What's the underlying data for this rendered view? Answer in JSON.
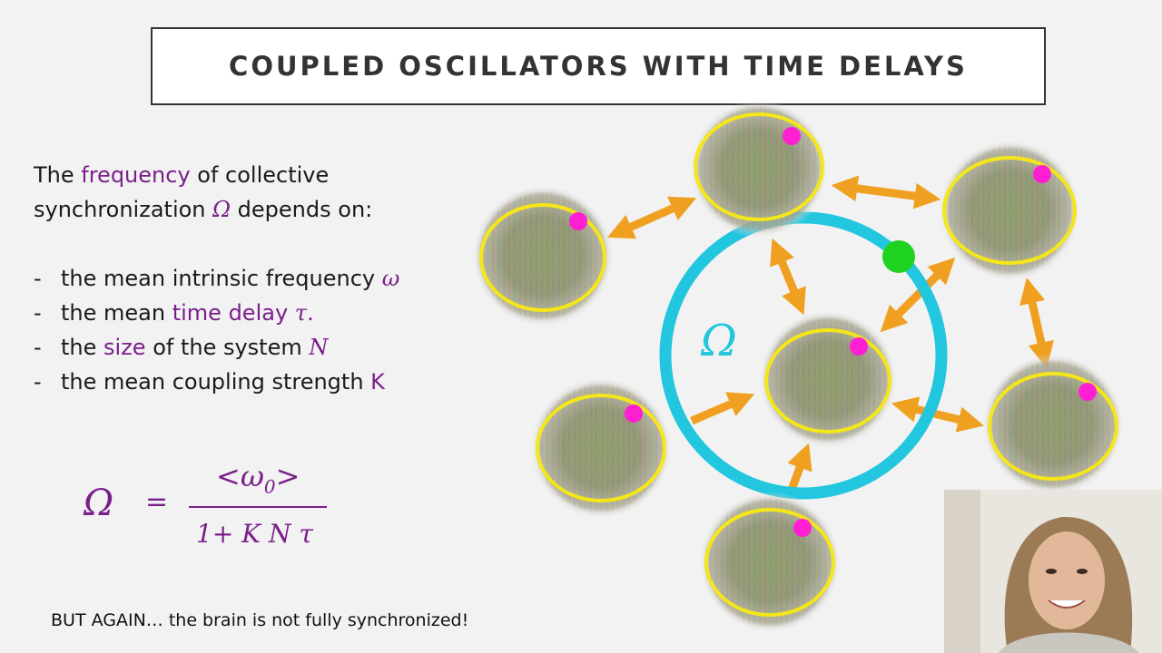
{
  "slide": {
    "title": "COUPLED OSCILLATORS WITH TIME DELAYS",
    "intro": {
      "part1": "The ",
      "frequency": "frequency",
      "part2": " of collective",
      "part3": "synchronization ",
      "omega": "Ω",
      "part4": " depends on:"
    },
    "bullets": [
      {
        "dash": "-",
        "text": "the mean intrinsic frequency ",
        "highlight": "",
        "after": "",
        "symbol": "ω"
      },
      {
        "dash": "-",
        "text": "the mean ",
        "highlight": "time delay",
        "after": " ",
        "symbol": "τ."
      },
      {
        "dash": "-",
        "text": "the ",
        "highlight": "size",
        "after": " of the system ",
        "symbol": "N"
      },
      {
        "dash": "-",
        "text": "the mean coupling strength ",
        "highlight": "",
        "after": "",
        "symbol": "K"
      }
    ],
    "formula": {
      "lhs": "Ω",
      "eq": "=",
      "numerator_open": "<ω",
      "numerator_sub": "0",
      "numerator_close": ">",
      "denominator": "1+ K N τ"
    },
    "footer": "BUT AGAIN… the brain is not fully synchronized!",
    "diagram": {
      "center_label": "Ω"
    },
    "colors": {
      "accent_purple": "#7a1f8a",
      "ring_cyan": "#22c6df",
      "oscillator_yellow": "#f5e61a",
      "phase_dot_magenta": "#ff1fd2",
      "green_dot": "#1fd21f",
      "arrow_orange": "#f0a020"
    }
  }
}
